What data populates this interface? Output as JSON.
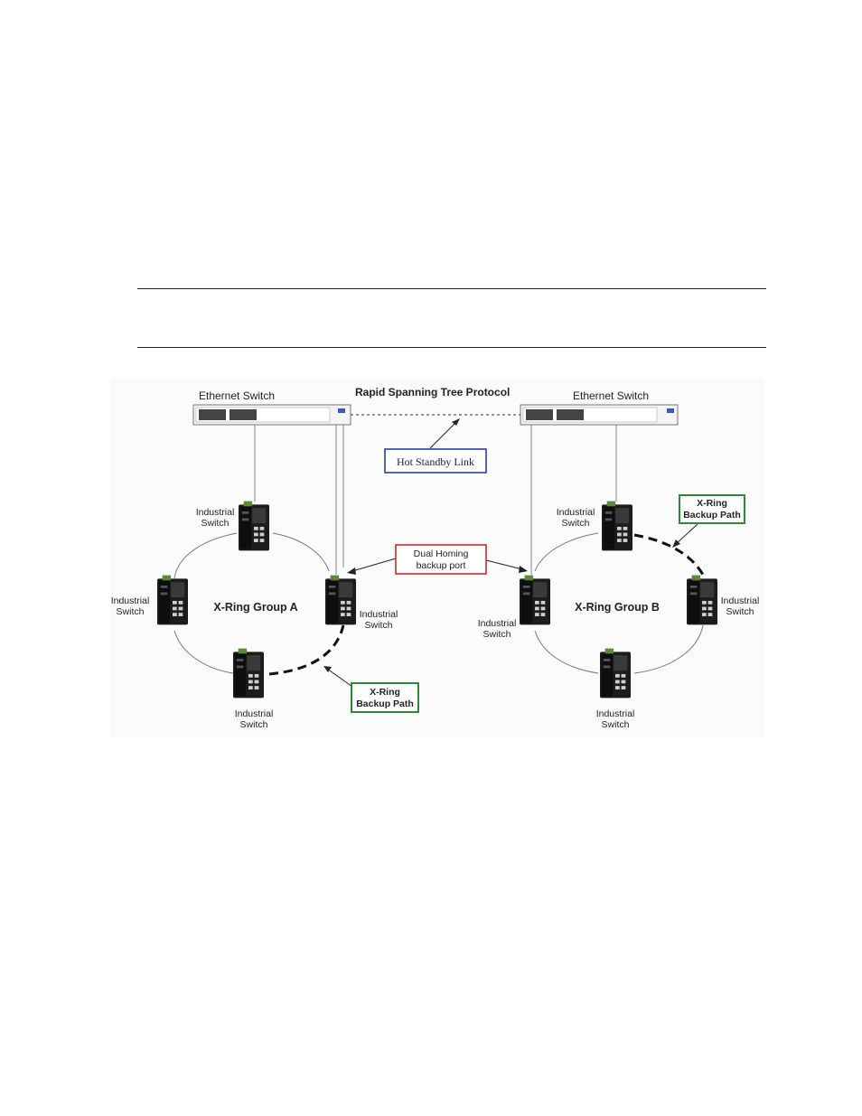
{
  "diagram": {
    "protocol_label": "Rapid Spanning Tree Protocol",
    "ethernet_switch_left": "Ethernet Switch",
    "ethernet_switch_right": "Ethernet Switch",
    "hot_standby_link": "Hot Standby Link",
    "dual_homing": {
      "line1": "Dual Homing",
      "line2": "backup port"
    },
    "group_a": "X-Ring Group A",
    "group_b": "X-Ring Group B",
    "backup_path": {
      "line1": "X-Ring",
      "line2": "Backup Path"
    },
    "industrial_switch": {
      "line1": "Industrial",
      "line2": "Switch"
    },
    "colors": {
      "blue_box": "#2b3f9e",
      "red_box": "#cc2a2a",
      "green_box": "#2e8a36"
    }
  }
}
